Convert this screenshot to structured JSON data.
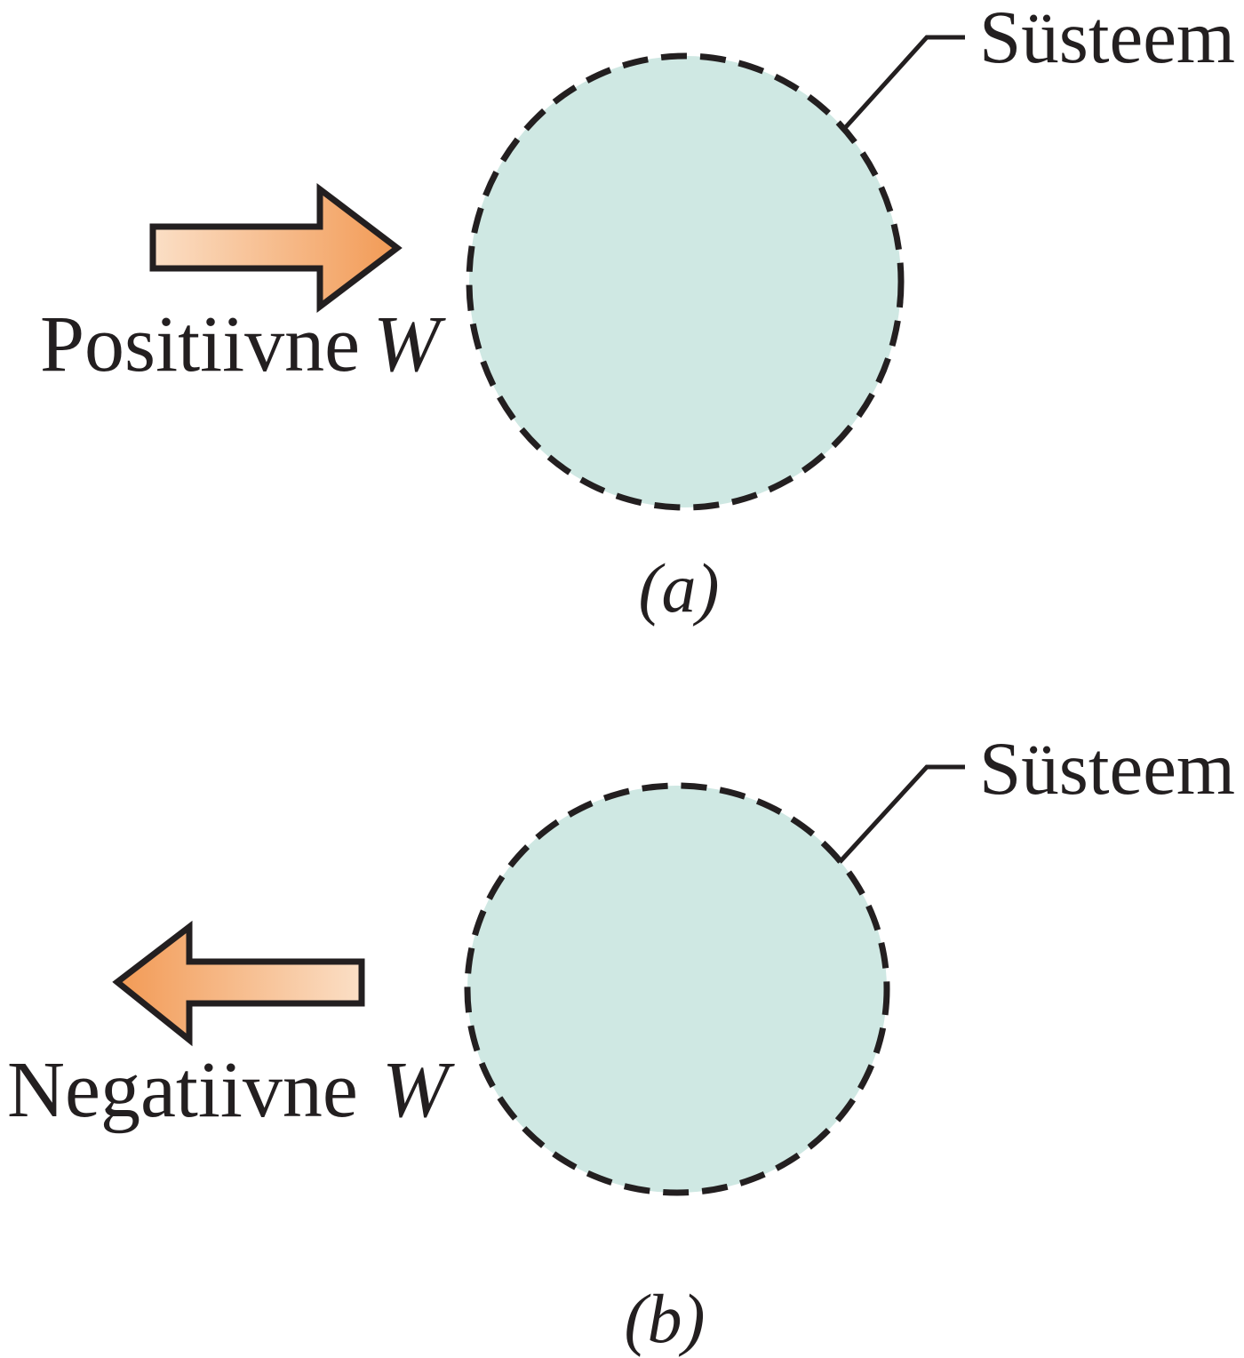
{
  "colors": {
    "system_fill": "#cfe8e3",
    "outline_black": "#231f20",
    "arrow_light": "#fbdfc6",
    "arrow_dark": "#f29a55"
  },
  "panels": [
    {
      "direction_label": "Positiivne",
      "work_symbol": "W",
      "system_label": "Süsteem",
      "caption": "(a)",
      "arrow_direction": "right"
    },
    {
      "direction_label": "Negatiivne",
      "work_symbol": "W",
      "system_label": "Süsteem",
      "caption": "(b)",
      "arrow_direction": "left"
    }
  ]
}
